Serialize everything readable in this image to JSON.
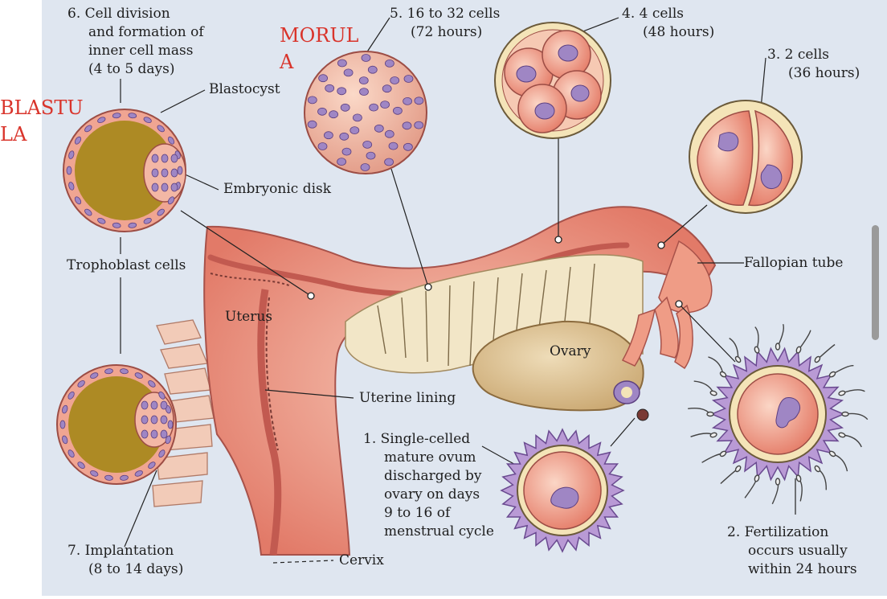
{
  "labels": {
    "stage6": [
      "6. Cell division",
      "and formation of",
      "inner cell mass",
      "(4 to 5 days)"
    ],
    "stage5": [
      "5. 16 to 32 cells",
      "(72 hours)"
    ],
    "stage4": [
      "4. 4 cells",
      "(48 hours)"
    ],
    "stage3": [
      "3. 2 cells",
      "(36 hours)"
    ],
    "stage2": [
      "2. Fertilization",
      "occurs usually",
      "within 24 hours"
    ],
    "stage1": [
      "1. Single-celled",
      "mature ovum",
      "discharged by",
      "ovary on days",
      "9 to 16 of",
      "menstrual cycle"
    ],
    "stage7": [
      "7. Implantation",
      "(8 to 14 days)"
    ],
    "blastocyst": "Blastocyst",
    "embryonic_disk": "Embryonic disk",
    "trophoblast": "Trophoblast cells",
    "uterus": "Uterus",
    "uterine_lining": "Uterine lining",
    "cervix": "Cervix",
    "ovary": "Ovary",
    "fallopian_tube": "Fallopian tube"
  },
  "annotations": {
    "morula": [
      "MORUL",
      "A"
    ],
    "blastula": [
      "BLASTU",
      "LA"
    ]
  },
  "colors": {
    "background": "#dfe6f0",
    "tissue": "#e98b7a",
    "tissue_light": "#f3b7a5",
    "ovary": "#d9bf93",
    "cell_nucleus": "#9f86c4",
    "zona": "#f4e4b8",
    "blastocoel": "#ad8a24",
    "corona": "#b99ad5",
    "annotation": "#d9342b"
  }
}
